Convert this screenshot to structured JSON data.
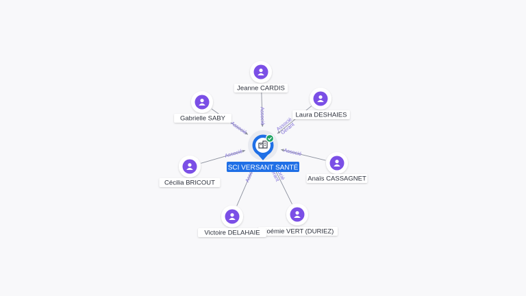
{
  "center": {
    "label": "SCI VERSANT SANTÉ",
    "icon": "building-icon",
    "badge_icon": "check-icon",
    "color": "#1f6fe6",
    "badge_color": "#1fa463"
  },
  "people": [
    {
      "id": "jeanne-cardis",
      "label": "Jeanne CARDIS",
      "roles": [
        "Associé"
      ]
    },
    {
      "id": "laura-deshaies",
      "label": "Laura DESHAIES",
      "roles": [
        "Gérant",
        "Associé"
      ]
    },
    {
      "id": "anais-cassagnet",
      "label": "Anaïs CASSAGNET",
      "roles": [
        "Associé"
      ]
    },
    {
      "id": "noemie-vert",
      "label": "Noémie VERT (DURIEZ)",
      "roles": [
        "Gérant",
        "Associé"
      ]
    },
    {
      "id": "victoire-delahaie",
      "label": "Victoire DELAHAIE",
      "roles": [
        "Associé"
      ]
    },
    {
      "id": "cecilia-bricout",
      "label": "Cécilia BRICOUT",
      "roles": [
        "Associé"
      ]
    },
    {
      "id": "gabrielle-saby",
      "label": "Gabrielle SABY",
      "roles": [
        "Associé"
      ]
    }
  ],
  "person_icon": "person-icon",
  "person_color": "#7b4fe6"
}
